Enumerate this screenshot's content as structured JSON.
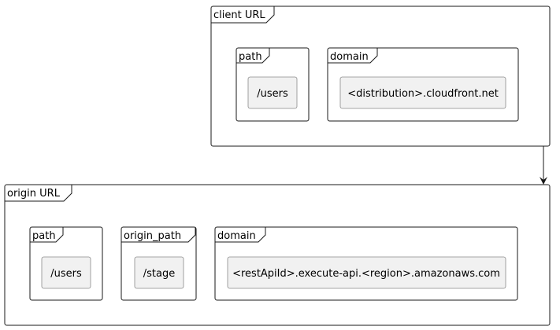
{
  "client": {
    "title": "client URL",
    "path": {
      "title": "path",
      "value": "/users"
    },
    "domain": {
      "title": "domain",
      "value": "<distribution>.cloudfront.net"
    }
  },
  "origin": {
    "title": "origin URL",
    "path": {
      "title": "path",
      "value": "/users"
    },
    "origin_path": {
      "title": "origin_path",
      "value": "/stage"
    },
    "domain": {
      "title": "domain",
      "value": "<restApiId>.execute-api.<region>.amazonaws.com"
    }
  },
  "colors": {
    "frame_stroke": "#181818",
    "node_fill": "#f1f1f1",
    "node_stroke": "#8a8a8a",
    "background": "#ffffff"
  }
}
